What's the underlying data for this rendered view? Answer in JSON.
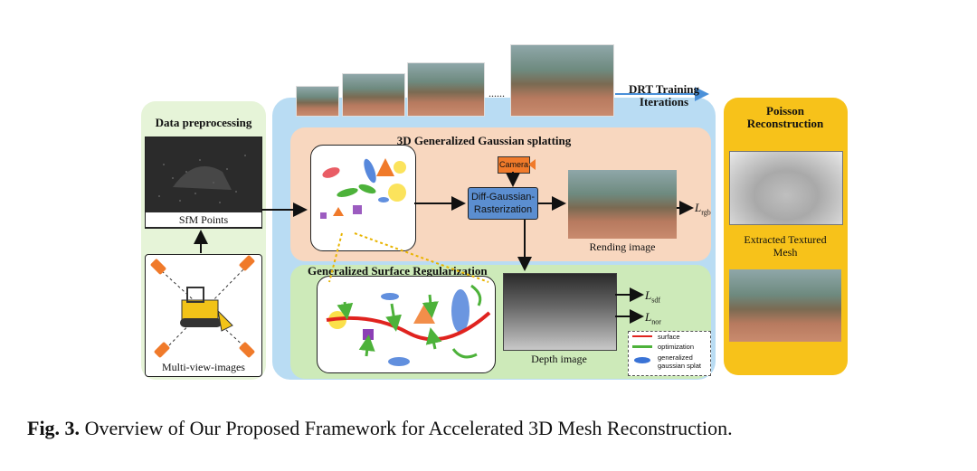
{
  "panels": {
    "data_preprocessing": "Data preprocessing",
    "sfm_points": "SfM Points",
    "multi_view_images": "Multi-view-images",
    "gaussian_splatting": "3D Generalized Gaussian splatting",
    "camera": "Camera",
    "rasterizer": "Diff-Gaussian-Rasterization",
    "rending_image": "Rending image",
    "surface_reg": "Generalized Surface Regularization",
    "depth_image": "Depth image",
    "drt_training": "DRT Training",
    "iterations": "Iterations",
    "ellipsis": "......",
    "poisson": "Poisson Reconstruction",
    "extracted_mesh": "Extracted Textured Mesh"
  },
  "losses": {
    "rgb_main": "L",
    "rgb_sub": "rgb",
    "sdf_main": "L",
    "sdf_sub": "sdf",
    "nor_main": "L",
    "nor_sub": "nor"
  },
  "legend": {
    "surface": "surface",
    "optimization": "optimization",
    "splat": "generalized gaussian splat"
  },
  "caption": {
    "label": "Fig. 3.",
    "text": "Overview of Our Proposed Framework for Accelerated 3D Mesh Reconstruction."
  },
  "colors": {
    "preprocess_bg": "#e6f4d8",
    "training_bg": "#b9dcf3",
    "splatting_bg": "#f8d7bf",
    "surface_bg": "#cdeab9",
    "poisson_bg": "#f7c21a",
    "rasterizer_fill": "#5b8ed0",
    "camera_fill": "#f07a2a",
    "surface_line": "#e0231f",
    "arrow_green": "#4db23a"
  }
}
